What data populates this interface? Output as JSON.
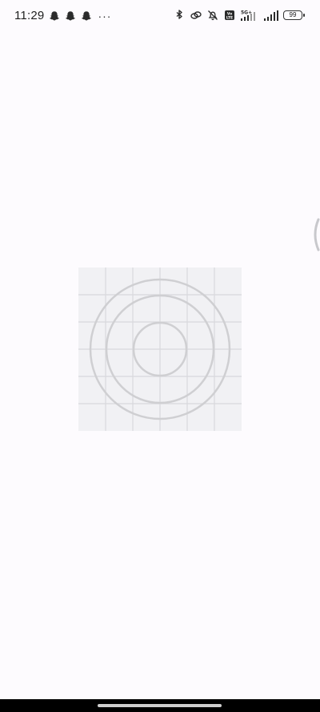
{
  "status_bar": {
    "time": "11:29",
    "notification_icons": [
      "snapchat-icon",
      "snapchat-icon",
      "snapchat-icon"
    ],
    "more_indicator": "···",
    "system_icons": [
      "bluetooth-icon",
      "link-icon",
      "mute-icon",
      "volte-icon",
      "5g-signal-icon",
      "signal-icon"
    ],
    "network_label": "5G+",
    "battery_level": "99"
  },
  "content": {
    "image": "image-placeholder-icon"
  },
  "colors": {
    "background": "#fdfbfe",
    "placeholder_bg": "#f1f1f4",
    "placeholder_lines": "#d8d8dc",
    "nav_bar": "#000000"
  }
}
